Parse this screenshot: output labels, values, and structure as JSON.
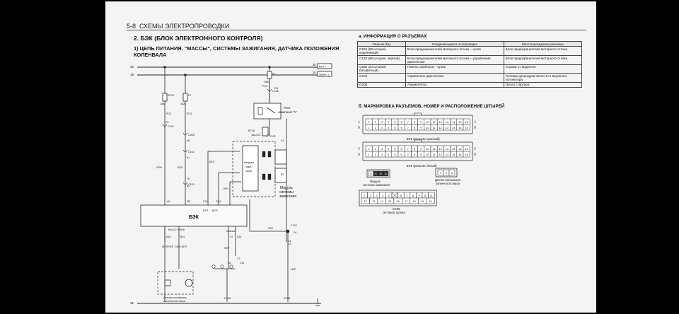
{
  "header": {
    "page_num": "5-8",
    "section": "СХЕМЫ ЭЛЕКТРОПРОВОДКИ"
  },
  "title": "2. БЭК (БЛОК ЭЛЕКТРОННОГО КОНТРОЛЯ)",
  "subtitle": "1) ЦЕПЬ ПИТАНИЯ, \"МАССЫ\", СИСТЕМЫ ЗАЖИГАНИЯ, ДАТЧИКА ПОЛОЖЕНИЯ КОЛЕНВАЛА",
  "info": {
    "heading": "а. ИНФОРМАЦИЯ О РАЗЪЕМАХ",
    "columns": [
      "Разъем (№)",
      "Соединяющаяся эл./проводка",
      "Местонахождение разъема"
    ],
    "rows": [
      [
        "C102 (68 штырей, коричневый)",
        "Блок предохранителей моторного отсека – кузов",
        "Блок предохранителей моторного отсека"
      ],
      [
        "C103 (68 штырей, черный)",
        "Блок предохранителей моторного отсека – управление двигателем",
        "Блок предохранителей моторного отсека"
      ],
      [
        "C205 (20 штырей, бесцветный)",
        "Панель приборов – кузов",
        "Справа от водителя"
      ],
      [
        "G104",
        "Управление двигателем",
        "Головка цилиндров около 4-го впускного коллектора"
      ],
      [
        "G106",
        "Аккумулятор",
        "Около стартера"
      ]
    ]
  },
  "marking": {
    "heading": "б. МАРКИРОВКА РАЗЪЕМОВ, НОМЕР И РАСПОЛОЖЕНИЕ ШТЫРЕЙ",
    "ecu_red": {
      "caption": "БЭК (разъем: красный)",
      "rows": [
        "A",
        "B"
      ],
      "pins": [
        "1",
        "2",
        "3",
        "4",
        "5",
        "6",
        "7",
        "8",
        "9",
        "10",
        "11",
        "12",
        "13",
        "14",
        "15",
        "16"
      ]
    },
    "ecu_white": {
      "caption": "БЭК (разъем: белый)",
      "rows": [
        "C",
        "D"
      ],
      "pins": [
        "1",
        "2",
        "3",
        "4",
        "5",
        "6",
        "7",
        "8",
        "9",
        "10",
        "11",
        "12",
        "13",
        "14",
        "15",
        "16"
      ]
    },
    "ign_module": {
      "caption1": "Модуль",
      "caption2": "системы зажигания",
      "pins": [
        "D",
        "C",
        "B",
        "A"
      ]
    },
    "ckp_sensor": {
      "caption1": "Датчик положения",
      "caption2": "коленчатого вала",
      "pins": [
        "1",
        "2",
        "3"
      ]
    },
    "c205": {
      "caption1": "C205",
      "caption2": "Эл./пров. кузова",
      "top": [
        "1",
        "2",
        "3",
        "4",
        "5",
        "",
        "6",
        "7",
        "8",
        "9",
        "10",
        "11"
      ],
      "bottom": [
        "12",
        "13",
        "14",
        "15",
        "16",
        "17",
        "18",
        "19",
        "20"
      ]
    }
  },
  "diagram": {
    "wire_30": "30",
    "wire_15": "15",
    "wire_31": "31",
    "bat_label": "BAT +",
    "ign_label": "Зажиг. 1",
    "ef22": "EF22",
    "fuse_15a": "15A",
    "f1": "F1",
    "f7": "F7",
    "f8": "F8",
    "ef16": "EF16",
    "pcs": "PCS",
    "c102": "C102",
    "c103": "C103",
    "c106": "C106",
    "c205": "C205",
    "relay": "Реле",
    "relay2": "зажигания \"1\"",
    "orn": "ОРН",
    "bel": "БЕЛ",
    "cher": "ЧЕР",
    "zhel": "ЖЕЛ/ЧЕР",
    "sin": "СИН/ БЕЛ",
    "coil1": "Катушки",
    "coil2": "зажи-",
    "coil3": "гания",
    "module1": "Модуль",
    "module2": "системы",
    "module3": "зажигания",
    "bek": "БЭК",
    "est": "EST",
    "bypass": "BYP",
    "ref_lo": "Ref LO",
    "ref_hi": "Ref HI",
    "mass": "\"Массы\"",
    "sensor1": "Датчик положения",
    "sensor2": "коленчатого вала",
    "g105": "G105",
    "g104": "G104",
    "pins": [
      "A6",
      "B8",
      "C16",
      "D14",
      "A16",
      "B14",
      "D1",
      "D16",
      "A3",
      "B3",
      "C7",
      "C8",
      "C10",
      "C4",
      "D4",
      "C9",
      "A8",
      "B1",
      "B2",
      "C13",
      "C12",
      "S1",
      "C1"
    ]
  }
}
